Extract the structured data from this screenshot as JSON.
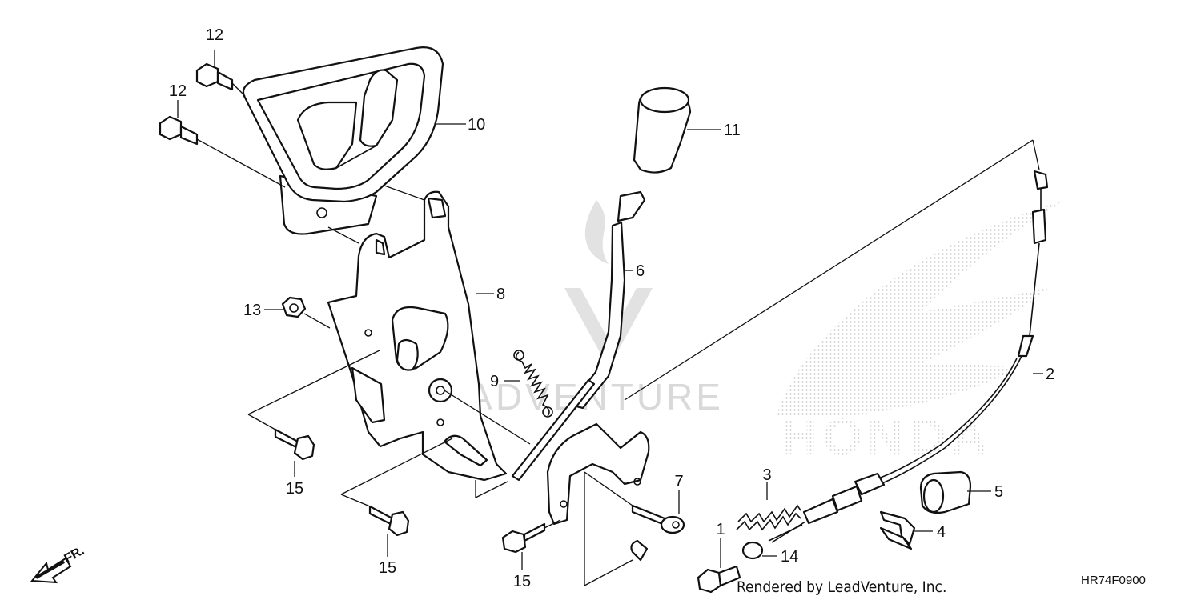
{
  "diagram": {
    "diagram_code": "HR74F0900",
    "footer_text": "Rendered by LeadVenture, Inc.",
    "watermark_text": "LEADVENTURE",
    "brand_text": "HONDA",
    "direction_label": "FR.",
    "callouts": {
      "c1": "1",
      "c2": "2",
      "c3": "3",
      "c4": "4",
      "c5": "5",
      "c6": "6",
      "c7": "7",
      "c8": "8",
      "c9": "9",
      "c10": "10",
      "c11": "11",
      "c12a": "12",
      "c12b": "12",
      "c13": "13",
      "c14": "14",
      "c15a": "15",
      "c15b": "15",
      "c15c": "15"
    },
    "colors": {
      "line": "#111111",
      "watermark": "#d9d9d9",
      "honda_dots": "#b8b8b8"
    }
  }
}
